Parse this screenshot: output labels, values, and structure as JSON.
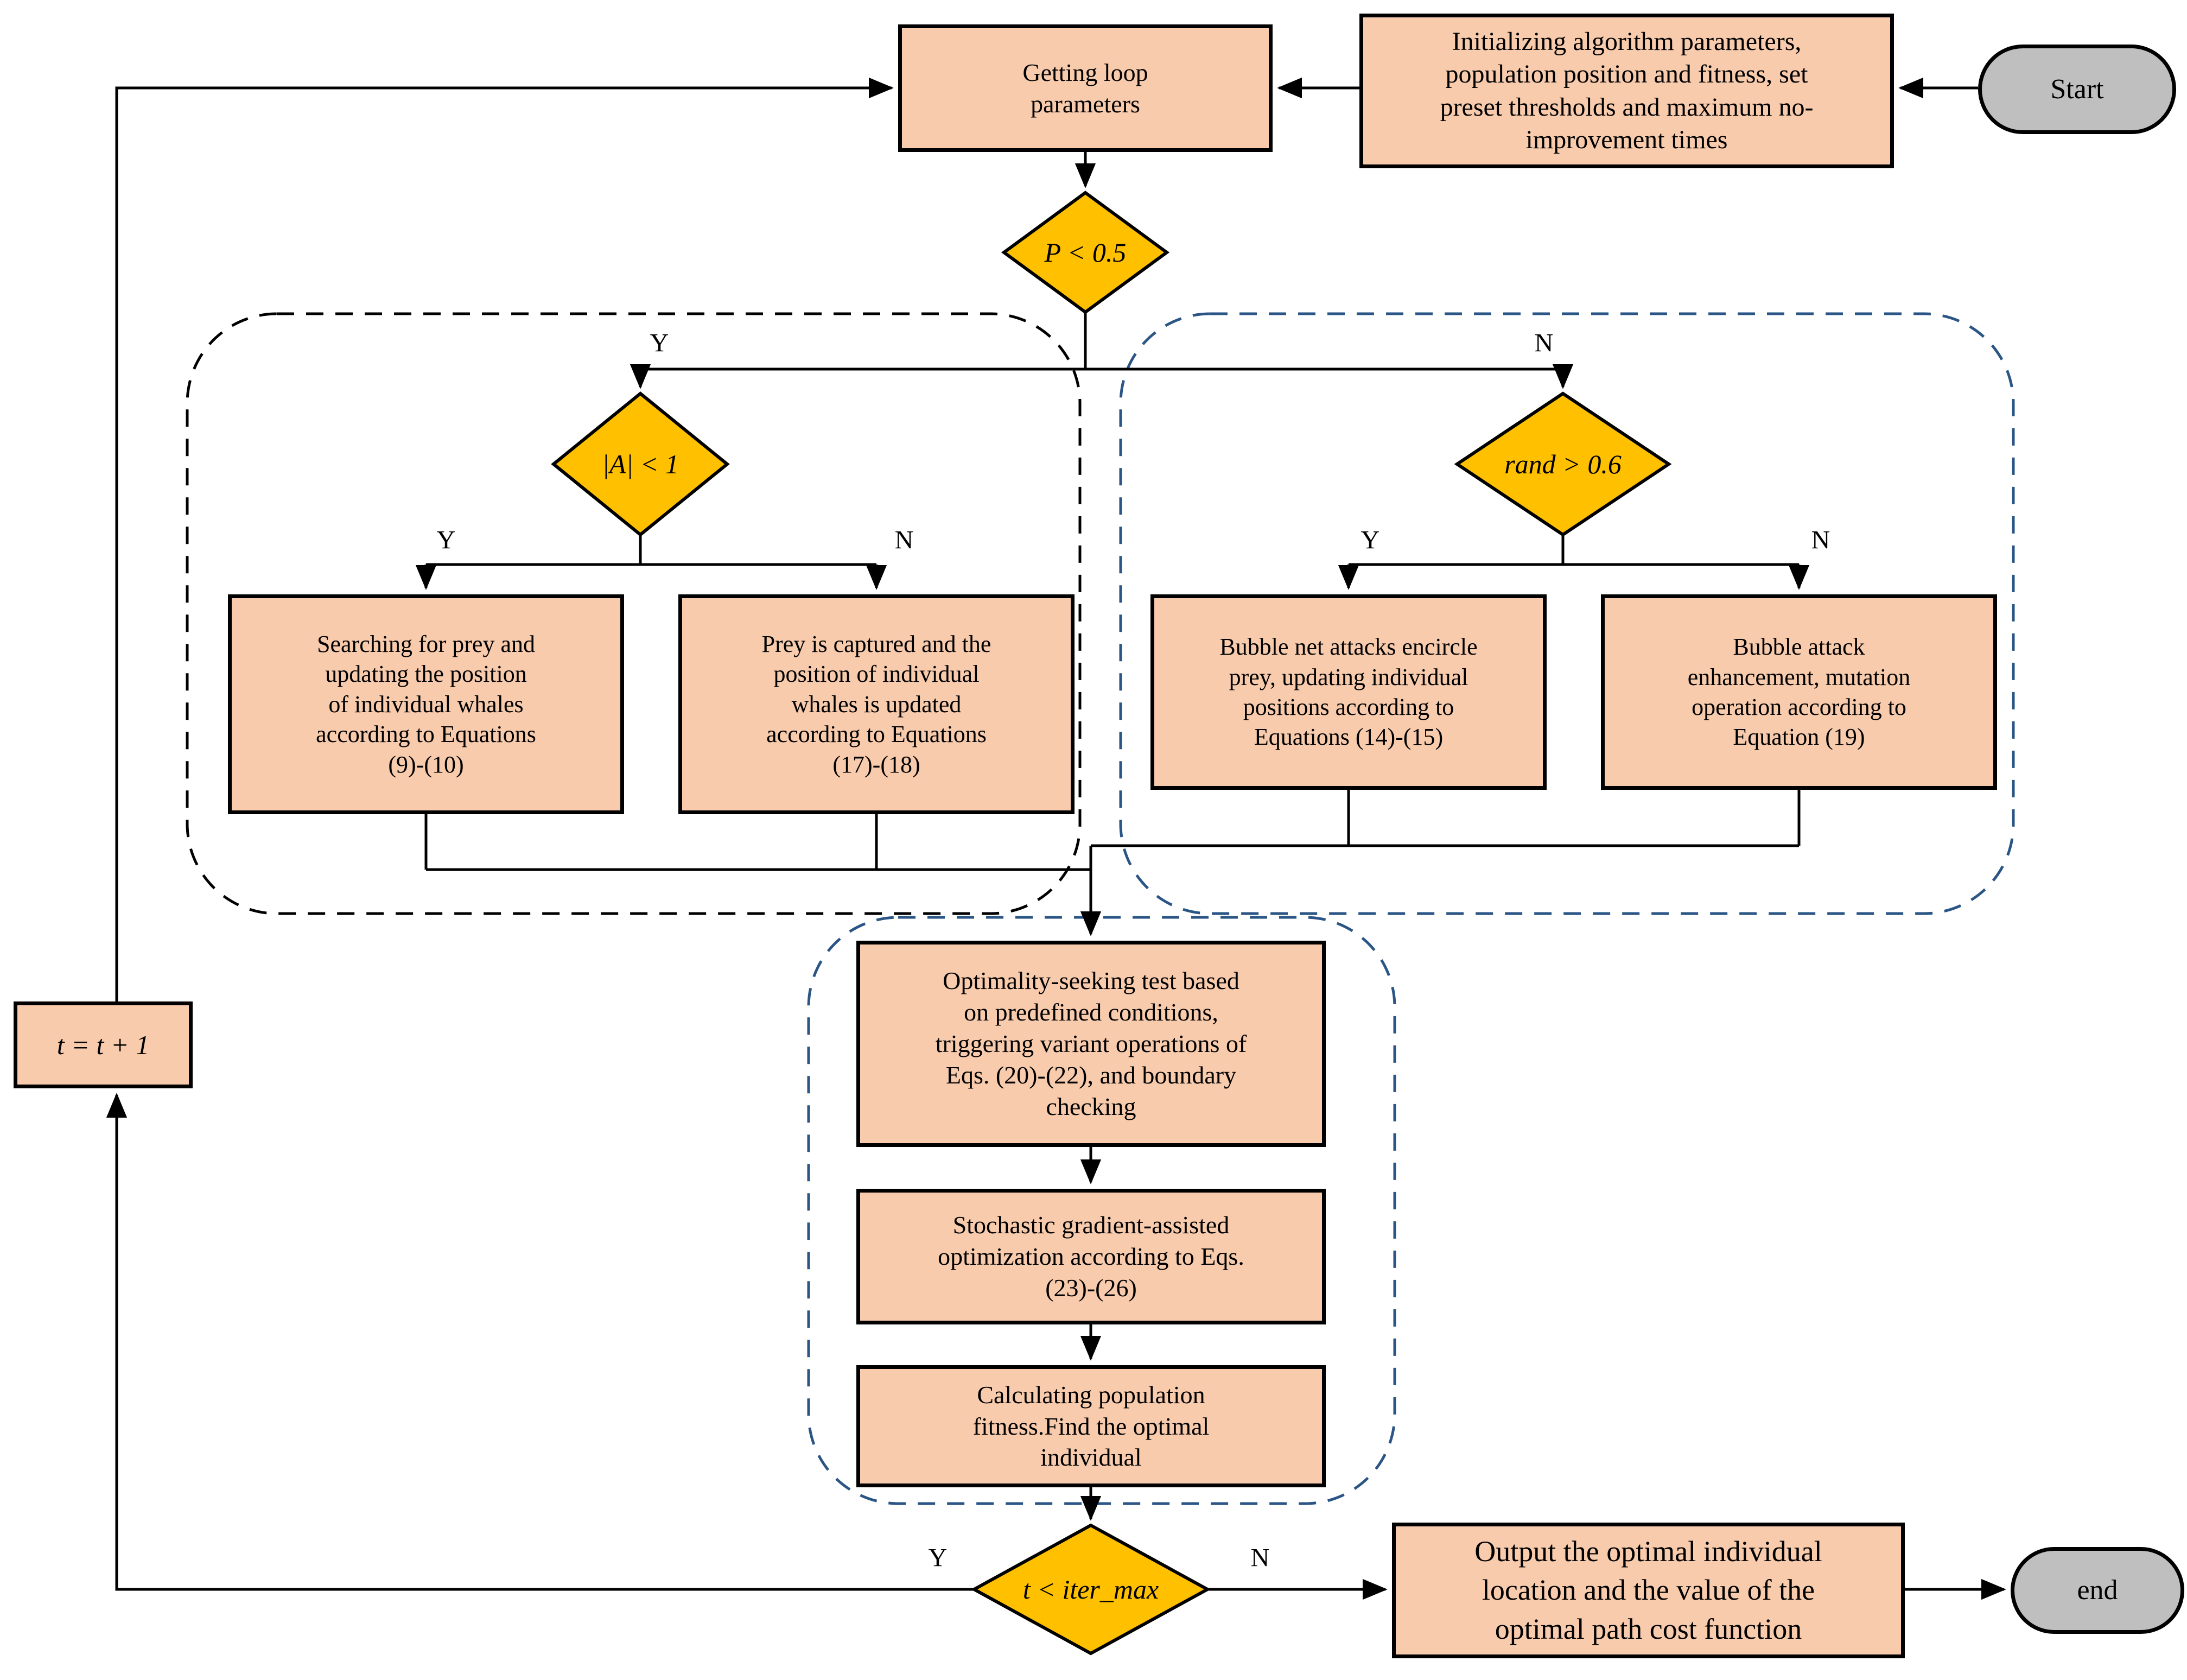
{
  "diagram_type": "flowchart",
  "algorithm": "Improved Whale Optimization Algorithm loop",
  "nodes": {
    "start": {
      "label": "Start",
      "shape": "terminal"
    },
    "end": {
      "label": "end",
      "shape": "terminal"
    },
    "init": {
      "label": "Initializing algorithm parameters,\npopulation position and fitness, set\npreset thresholds and maximum no-\nimprovement times",
      "shape": "process"
    },
    "getting_loop": {
      "label": "Getting loop\nparameters",
      "shape": "process"
    },
    "p_decision": {
      "label": "P < 0.5",
      "shape": "decision"
    },
    "a_decision": {
      "label": "|A| < 1",
      "shape": "decision"
    },
    "rand_decision": {
      "label": "rand > 0.6",
      "shape": "decision"
    },
    "search_prey": {
      "label": "Searching for prey and\nupdating the position\nof individual whales\naccording to Equations\n(9)-(10)",
      "shape": "process"
    },
    "prey_captured": {
      "label": "Prey is captured and the\nposition of individual\nwhales is updated\naccording to Equations\n(17)-(18)",
      "shape": "process"
    },
    "bubble_net": {
      "label": "Bubble net attacks encircle\nprey, updating individual\npositions according to\nEquations (14)-(15)",
      "shape": "process"
    },
    "bubble_attack": {
      "label": "Bubble attack\nenhancement, mutation\noperation according to\nEquation (19)",
      "shape": "process"
    },
    "optimality_test": {
      "label": "Optimality-seeking test based\non predefined conditions,\ntriggering variant operations of\nEqs. (20)-(22), and boundary\nchecking",
      "shape": "process"
    },
    "stochastic_gradient": {
      "label": "Stochastic gradient-assisted\noptimization according to Eqs.\n(23)-(26)",
      "shape": "process"
    },
    "calc_fitness": {
      "label": "Calculating population\nfitness.Find the optimal\nindividual",
      "shape": "process"
    },
    "iter_check": {
      "label": "t < iter_max",
      "shape": "decision"
    },
    "increment": {
      "label": "t = t + 1",
      "shape": "process"
    },
    "output": {
      "label": "Output the optimal individual\nlocation and the value of the\noptimal path cost function",
      "shape": "process"
    }
  },
  "branch_labels": {
    "yes": "Y",
    "no": "N"
  },
  "colors": {
    "process_fill": "#F8CBAD",
    "decision_fill": "#FFC000",
    "terminal_fill": "#BFBFBF",
    "line": "#000000",
    "dashed_group_left": "#000000",
    "dashed_group_blue": "#2A5585"
  }
}
